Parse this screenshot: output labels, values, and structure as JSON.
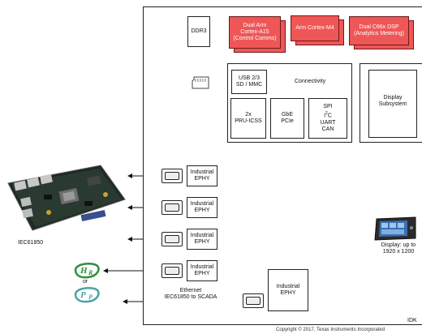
{
  "blocks": {
    "ddr3": "DDR3",
    "a15_line1": "Dual Arm",
    "a15_line2": "Cortex-A15",
    "a15_line3": "(Control Comms)",
    "m4": "Arm Cortex-M4",
    "dsp_line1": "Dual C66x DSP",
    "dsp_line2": "(Analytics Metering)",
    "usb_line1": "USB 2/3",
    "usb_line2": "SD / MMC",
    "connectivity": "Connectivity",
    "pru_line1": "2x",
    "pru_line2": "PRU-ICSS",
    "gbe_line1": "GbE",
    "gbe_line2": "PCIe",
    "spi": "SPI",
    "i2c_base": "I",
    "i2c_sup": "2",
    "i2c_tail": "C",
    "uart": "UART",
    "can": "CAN",
    "display_line1": "Display",
    "display_line2": "Subsystem"
  },
  "ephy": {
    "line1": "Industrial",
    "line2": "EPHY"
  },
  "labels": {
    "board": "IEC61850",
    "or": "or",
    "ethernet_line1": "Ethernet",
    "ethernet_line2": "IEC61850 to SCADA",
    "display_line1": "Display: up to",
    "display_line2": "1920 x 1200",
    "idk": "IDK",
    "copyright": "Copyright © 2017, Texas Instruments Incorporated"
  },
  "logos": {
    "hsr": "HSR",
    "prp": "PRP"
  },
  "colors": {
    "core_fill": "#ef5656",
    "logo_green": "#2f8f3a",
    "logo_teal": "#4aa3a3"
  }
}
